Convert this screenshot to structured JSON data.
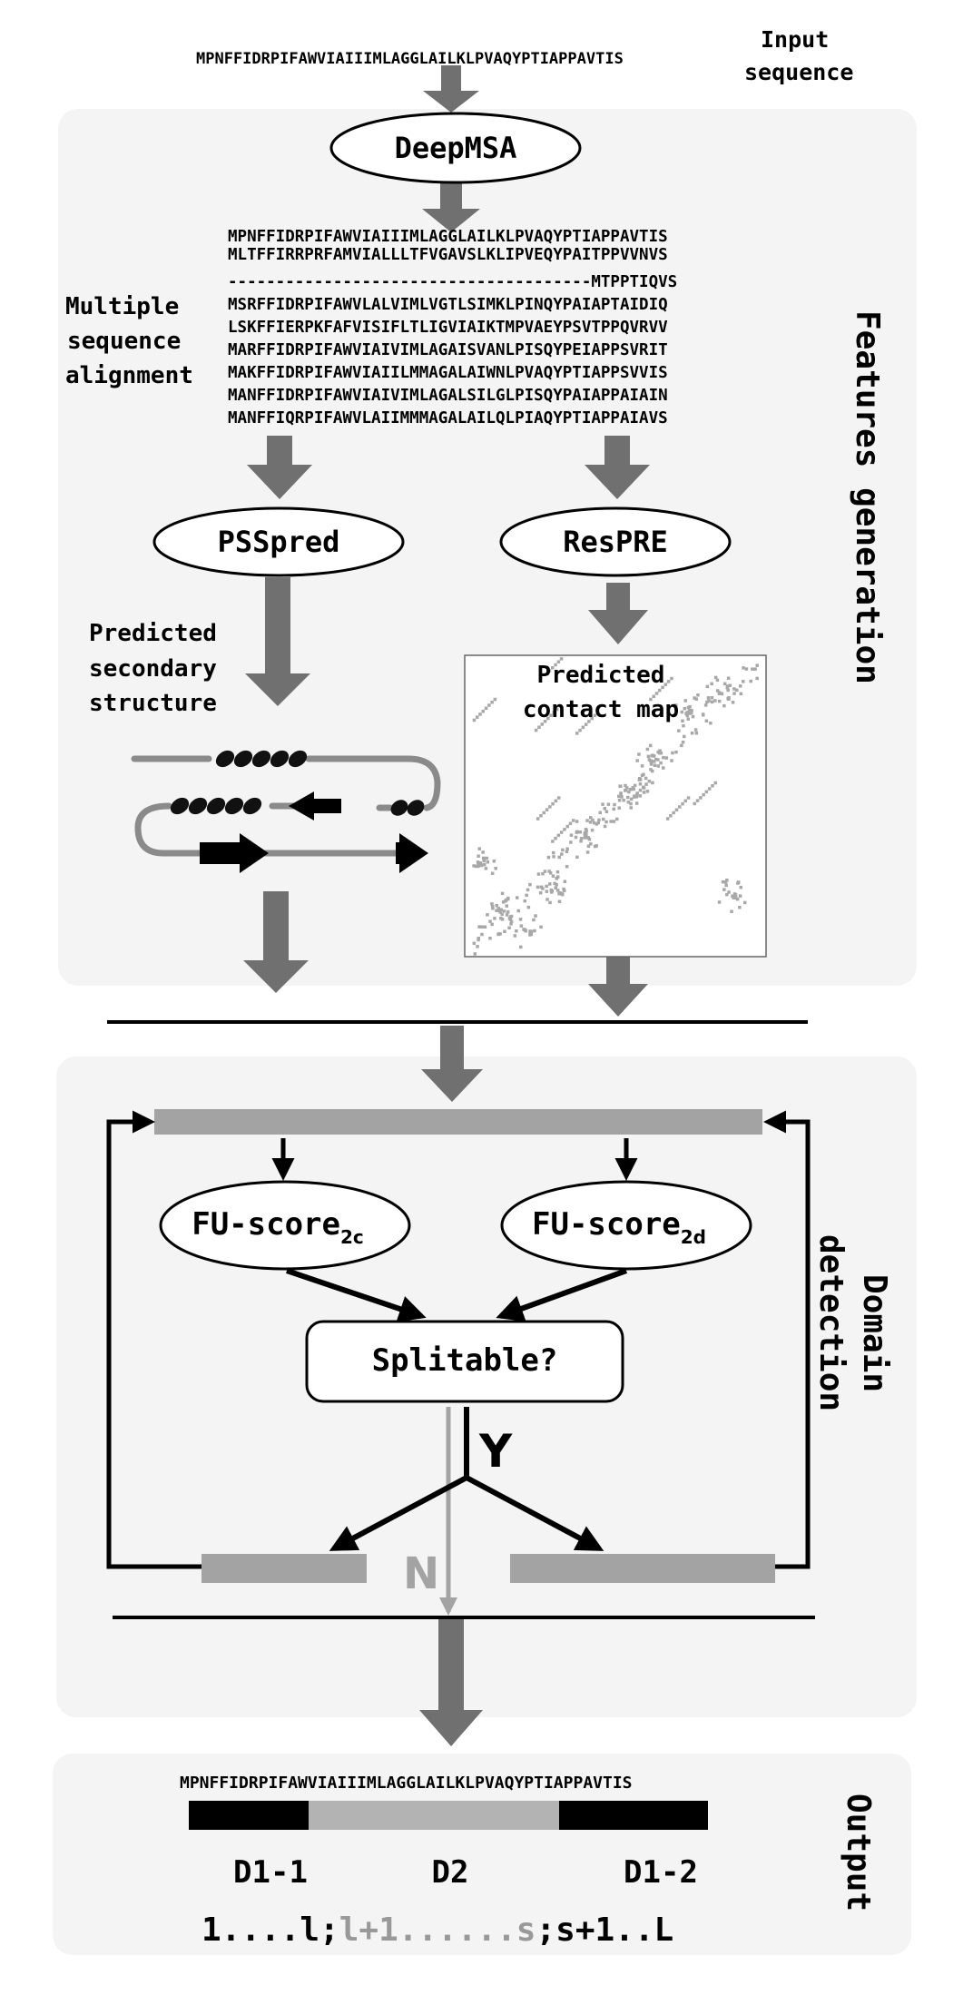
{
  "input": {
    "sequence": "MPNFFIDRPIFAWVIAIIIMLAGGLAILKLPVAQYPTIAPPAVTIS",
    "label_line1": "Input",
    "label_line2": "sequence"
  },
  "features": {
    "section_label": "Features generation",
    "deepmsa": "DeepMSA",
    "msa_label": [
      "Multiple",
      "sequence",
      "alignment"
    ],
    "msa_rows": [
      "MPNFFIDRPIFAWVIAIIIMLAGGLAILKLPVAQYPTIAPPAVTIS",
      "MLTFFIRRPRFAMVIALLLTFVGAVSLKLIPVEQYPAITPPVVNVS",
      "--------------------------------------MTPPTIQVS",
      "MSRFFIDRPIFAWVLALVIMLVGTLSIMKLPINQYPAIAPTAIDIQ",
      "LSKFFIERPKFAFVISIFLTLIGVIAIKTMPVAEYPSVTPPQVRVV",
      "MARFFIDRPIFAWVIAIVIMLAGAISVANLPISQYPEIAPPSVRIT",
      "MAKFFIDRPIFAWVIAIILMMAGALAIWNLPVAQYPTIAPPSVVIS",
      "MANFFIDRPIFAWVIAIVIMLAGALSILGLPISQYPAIAPPAIAIN",
      "MANFFIQRPIFAWVLAIIMMMAGALAILQLPIAQYPTIAPPAIAVS"
    ],
    "psspred": "PSSpred",
    "respre": "ResPRE",
    "ss_label": [
      "Predicted",
      "secondary",
      "structure"
    ],
    "contact_label": [
      "Predicted",
      "contact map"
    ]
  },
  "domain": {
    "section_label_line1": "Domain",
    "section_label_line2": "detection",
    "fu2c_main": "FU-score",
    "fu2c_sub": "2c",
    "fu2d_main": "FU-score",
    "fu2d_sub": "2d",
    "splitable": "Splitable?",
    "yes": "Y",
    "no": "N"
  },
  "output": {
    "section_label": "Output",
    "sequence": "MPNFFIDRPIFAWVIAIIIMLAGGLAILKLPVAQYPTIAPPAVTIS",
    "d11": "D1-1",
    "d2": "D2",
    "d12": "D1-2",
    "range_a": "1....l;",
    "range_b": "l+1......s",
    "range_c": ";s+1..L"
  },
  "colors": {
    "panel": "#f3f4f3",
    "arrow": "#707070",
    "bar": "#a3a3a3",
    "contact": "#a8a8a8",
    "output_gray": "#b3b3b3"
  }
}
